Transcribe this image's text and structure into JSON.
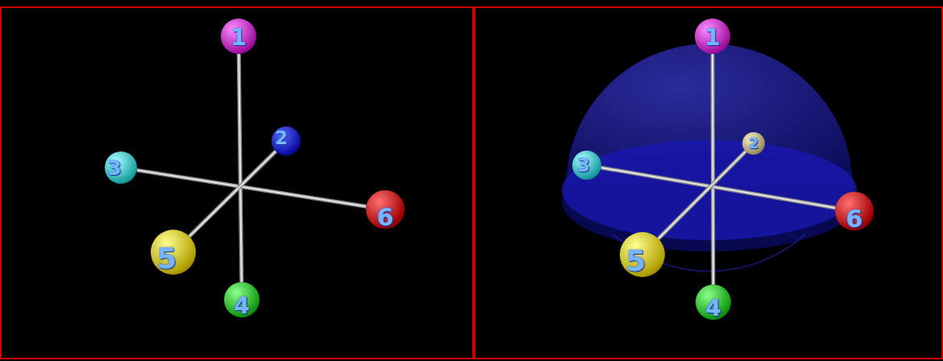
{
  "diagram": {
    "nodes": [
      {
        "text": [
          "1"
        ]
      },
      {
        "text": [
          "2"
        ]
      },
      {
        "text": [
          "3"
        ]
      },
      {
        "text": [
          "4"
        ]
      },
      {
        "text": [
          "5"
        ]
      },
      {
        "text": [
          "6"
        ]
      },
      {
        "text": [
          "1"
        ]
      },
      {
        "text": [
          "2"
        ]
      },
      {
        "text": [
          "3"
        ]
      },
      {
        "text": [
          "4"
        ]
      },
      {
        "text": [
          "5"
        ]
      },
      {
        "text": [
          "6"
        ]
      }
    ],
    "edges": [
      {
        "from": 0,
        "to": 3,
        "arrow": "none"
      },
      {
        "from": 2,
        "to": 5,
        "arrow": "none"
      },
      {
        "from": 1,
        "to": 4,
        "arrow": "none"
      },
      {
        "from": 6,
        "to": 9,
        "arrow": "none"
      },
      {
        "from": 8,
        "to": 11,
        "arrow": "none"
      },
      {
        "from": 7,
        "to": 10,
        "arrow": "none"
      }
    ]
  }
}
